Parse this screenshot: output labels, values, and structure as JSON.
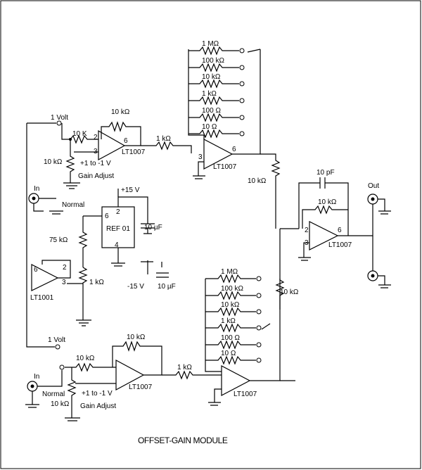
{
  "title": "OFFSET-GAIN MODULE",
  "labels": {
    "one_volt": "1 Volt",
    "ten_k": "10 K",
    "ten_kohm": "10 kΩ",
    "one_kohm": "1 kΩ",
    "one_mohm": "1 MΩ",
    "hundred_kohm": "100 kΩ",
    "hundred_ohm": "100 Ω",
    "ten_ohm": "10 Ω",
    "seventyfive_kohm": "75 kΩ",
    "gain_range": "+1 to -1 V",
    "gain_adjust": "Gain Adjust",
    "in": "In",
    "out": "Out",
    "normal": "Normal",
    "plus15": "+15 V",
    "minus15": "-15 V",
    "ten_uf": "10 µF",
    "ten_pf": "10 pF",
    "lt1007": "LT1007",
    "lt1001": "LT1001",
    "ref01": "REF 01"
  },
  "pins": {
    "p2": "2",
    "p3": "3",
    "p4": "4",
    "p6": "6"
  }
}
